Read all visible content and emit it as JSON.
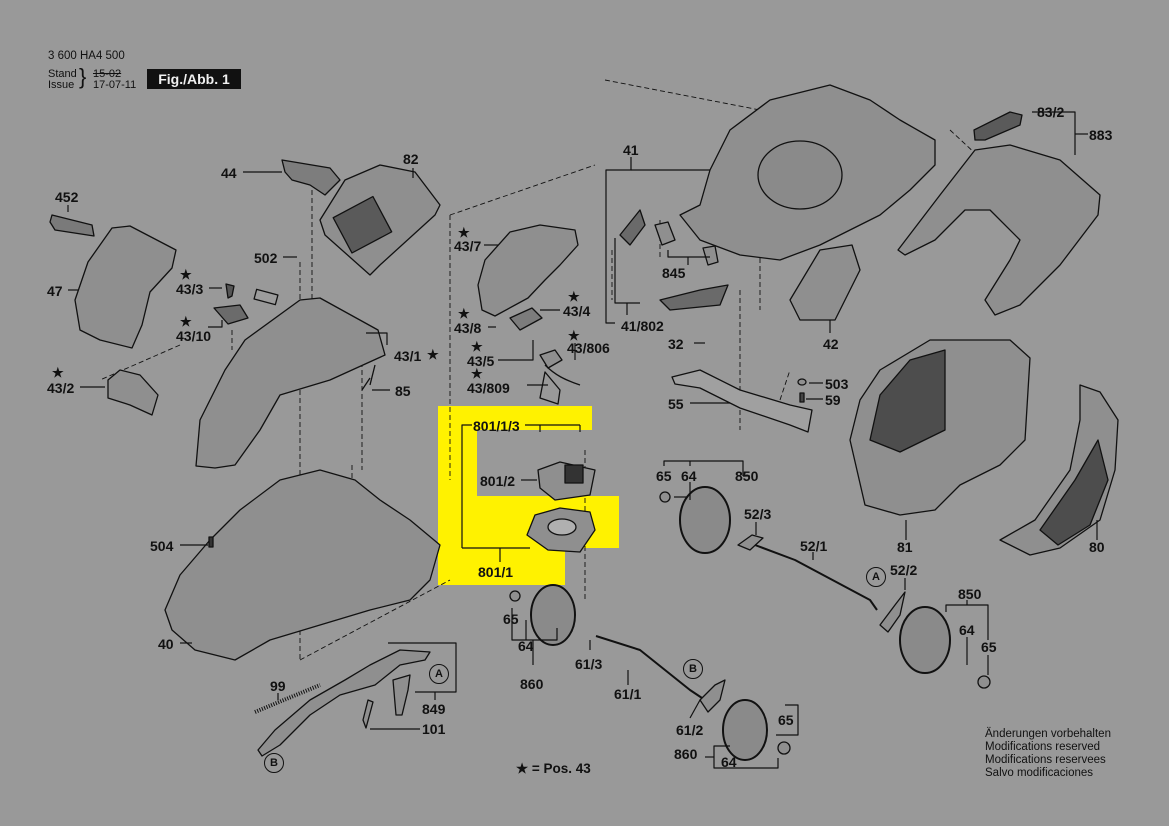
{
  "header": {
    "doc_number": "3 600 HA4 500",
    "stand_label": "Stand",
    "issue_label": "Issue",
    "old_date": "15-02",
    "new_date": "17-07-11",
    "figure_label": "Fig./Abb. 1"
  },
  "highlight_color": "#FFF200",
  "background_color": "#999999",
  "labels": {
    "p44": "44",
    "p82": "82",
    "p452": "452",
    "p47": "47",
    "p502": "502",
    "p43_3": "43/3",
    "p43_10": "43/10",
    "p43_1": "43/1",
    "p43_2": "43/2",
    "p85": "85",
    "p504": "504",
    "p40": "40",
    "p99": "99",
    "p849": "849",
    "p101": "101",
    "p43_7": "43/7",
    "p43_4": "43/4",
    "p43_8": "43/8",
    "p43_5": "43/5",
    "p43_806": "43/806",
    "p43_809": "43/809",
    "p801_1_3": "801/1/3",
    "p801_2": "801/2",
    "p801_1": "801/1",
    "p41": "41",
    "p845": "845",
    "p41_802": "41/802",
    "p32": "32",
    "p42": "42",
    "p83_2": "83/2",
    "p883": "883",
    "p503": "503",
    "p59": "59",
    "p55": "55",
    "p65a": "65",
    "p64a": "64",
    "p850a": "850",
    "p52_3": "52/3",
    "p52_1": "52/1",
    "p52_2": "52/2",
    "p850b": "850",
    "p64b": "64",
    "p65b": "65",
    "p81": "81",
    "p80": "80",
    "p65c": "65",
    "p64c": "64",
    "p860a": "860",
    "p61_3": "61/3",
    "p61_1": "61/1",
    "p61_2": "61/2",
    "p65d": "65",
    "p860b": "860",
    "p64d": "64"
  },
  "callouts": {
    "a": "A",
    "b": "B"
  },
  "star_note": {
    "star": "★",
    "text": "= Pos. 43"
  },
  "star": "★",
  "disclaimer": [
    "Änderungen vorbehalten",
    "Modifications reserved",
    "Modifications reservees",
    "Salvo modificaciones"
  ]
}
